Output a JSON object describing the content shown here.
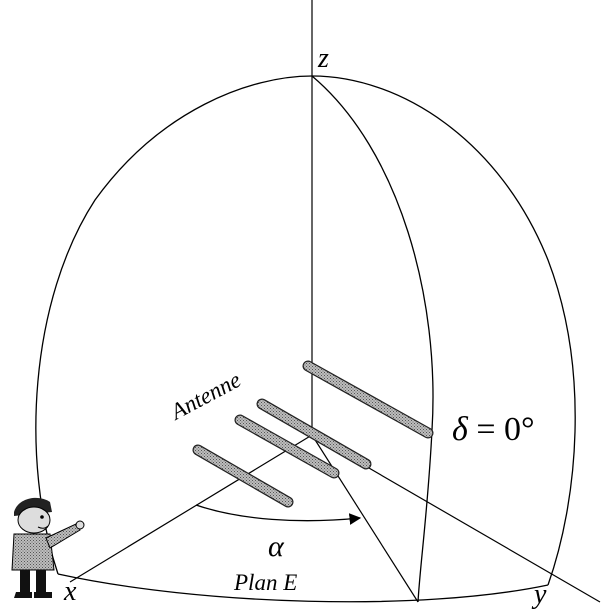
{
  "diagram": {
    "labels": {
      "z": "z",
      "x": "x",
      "y": "y",
      "antenna": "Antenne",
      "alpha": "α",
      "plane": "Plan E",
      "delta_symbol": "δ",
      "delta_value": "= 0°"
    },
    "colors": {
      "line": "#000000",
      "rod": "#a0a0a0",
      "figure_body": "#8a8a8a",
      "figure_legs": "#111111"
    }
  }
}
